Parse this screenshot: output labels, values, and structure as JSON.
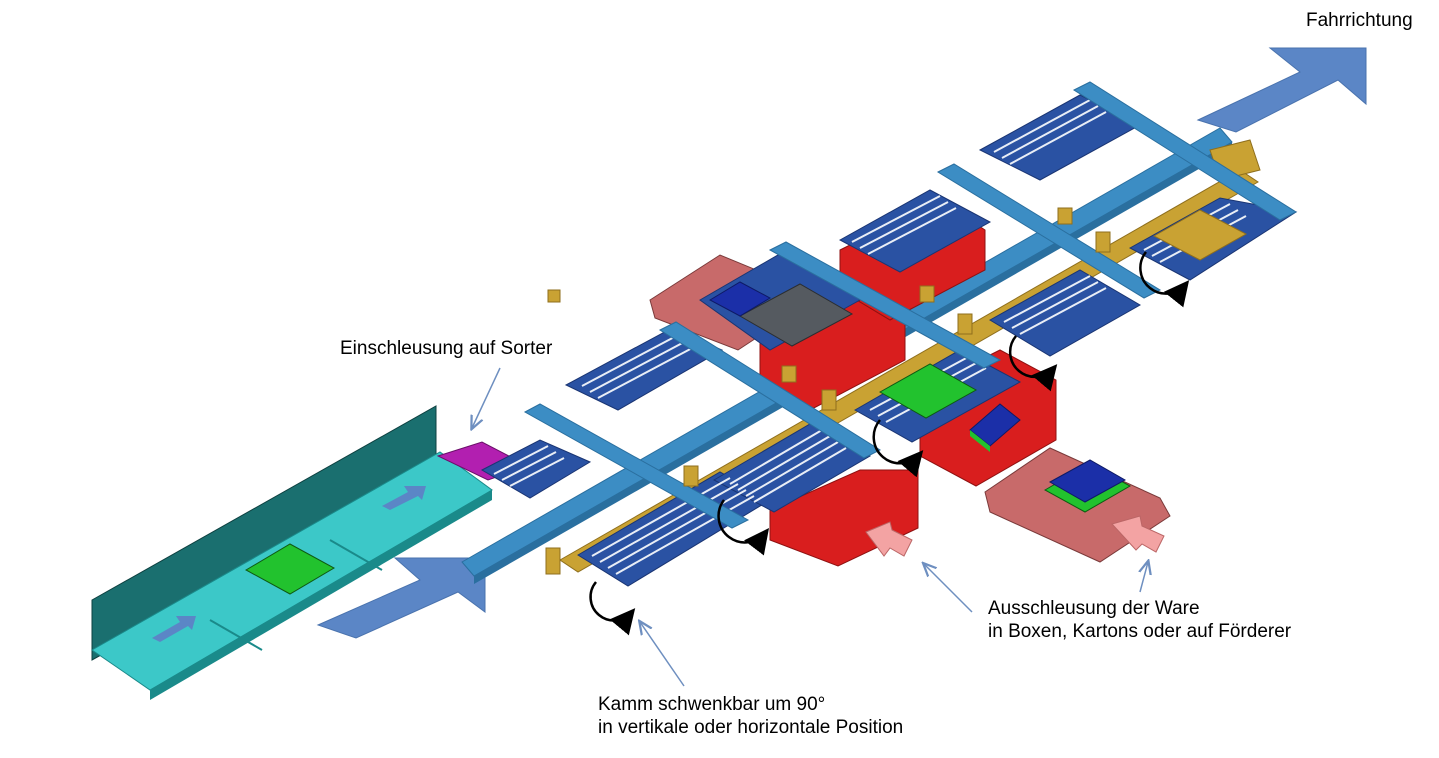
{
  "labels": {
    "direction": "Fahrrichtung",
    "infeed": "Einschleusung auf Sorter",
    "outfeed_line1": "Ausschleusung der Ware",
    "outfeed_line2": "in Boxen, Kartons oder auf Förderer",
    "comb_line1": "Kamm schwenkbar um 90°",
    "comb_line2": "in vertikale oder horizontale Position"
  },
  "colors": {
    "rail": "#3c8dc4",
    "comb_blue": "#2a52a3",
    "comb_white": "#e9eef6",
    "chute_red": "#d91e1e",
    "tray_pink": "#c86a6a",
    "infeed_teal": "#3cc8c8",
    "wall_teal": "#1a6f6f",
    "gold": "#c9a233",
    "big_arrow": "#5b86c6",
    "pink_arrow": "#f3a3a3",
    "green": "#22c22e",
    "magenta": "#b21fb0",
    "dark_blue": "#1b2fa8",
    "gray": "#555a60",
    "callout_line": "#6e8fc0"
  }
}
